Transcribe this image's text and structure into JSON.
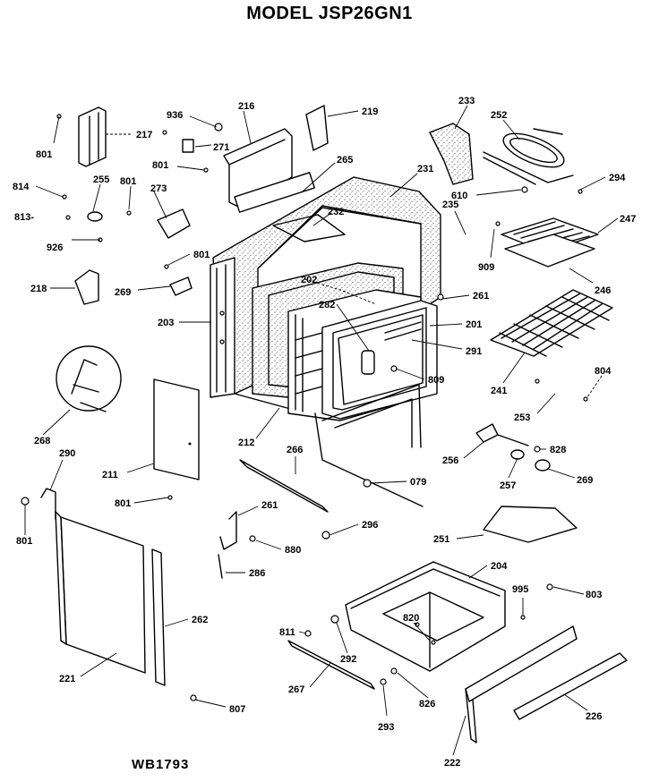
{
  "title": "MODEL JSP26GN1",
  "drawing_code": "WB1793",
  "callouts": [
    {
      "id": "217",
      "text": "217"
    },
    {
      "id": "801a",
      "text": "801"
    },
    {
      "id": "936",
      "text": "936"
    },
    {
      "id": "216",
      "text": "216"
    },
    {
      "id": "219",
      "text": "219"
    },
    {
      "id": "233",
      "text": "233"
    },
    {
      "id": "252",
      "text": "252"
    },
    {
      "id": "271",
      "text": "271"
    },
    {
      "id": "801b",
      "text": "801"
    },
    {
      "id": "265",
      "text": "265"
    },
    {
      "id": "231",
      "text": "231"
    },
    {
      "id": "294",
      "text": "294"
    },
    {
      "id": "814",
      "text": "814"
    },
    {
      "id": "255",
      "text": "255"
    },
    {
      "id": "801c",
      "text": "801"
    },
    {
      "id": "273",
      "text": "273"
    },
    {
      "id": "610",
      "text": "610"
    },
    {
      "id": "235",
      "text": "235"
    },
    {
      "id": "232",
      "text": "232"
    },
    {
      "id": "247",
      "text": "247"
    },
    {
      "id": "813",
      "text": "813-"
    },
    {
      "id": "926",
      "text": "926"
    },
    {
      "id": "801d",
      "text": "801"
    },
    {
      "id": "909",
      "text": "909"
    },
    {
      "id": "218",
      "text": "218"
    },
    {
      "id": "269a",
      "text": "269"
    },
    {
      "id": "202",
      "text": "202"
    },
    {
      "id": "261a",
      "text": "261"
    },
    {
      "id": "246",
      "text": "246"
    },
    {
      "id": "282",
      "text": "282"
    },
    {
      "id": "203",
      "text": "203"
    },
    {
      "id": "201",
      "text": "201"
    },
    {
      "id": "291",
      "text": "291"
    },
    {
      "id": "809",
      "text": "809"
    },
    {
      "id": "804",
      "text": "804"
    },
    {
      "id": "241",
      "text": "241"
    },
    {
      "id": "253",
      "text": "253"
    },
    {
      "id": "268",
      "text": "268"
    },
    {
      "id": "212",
      "text": "212"
    },
    {
      "id": "290",
      "text": "290"
    },
    {
      "id": "266",
      "text": "266"
    },
    {
      "id": "256",
      "text": "256"
    },
    {
      "id": "828",
      "text": "828"
    },
    {
      "id": "211",
      "text": "211"
    },
    {
      "id": "079",
      "text": "079"
    },
    {
      "id": "257",
      "text": "257"
    },
    {
      "id": "269b",
      "text": "269"
    },
    {
      "id": "801e",
      "text": "801"
    },
    {
      "id": "261b",
      "text": "261"
    },
    {
      "id": "801f",
      "text": "801"
    },
    {
      "id": "296",
      "text": "296"
    },
    {
      "id": "251",
      "text": "251"
    },
    {
      "id": "880",
      "text": "880"
    },
    {
      "id": "204",
      "text": "204"
    },
    {
      "id": "286",
      "text": "286"
    },
    {
      "id": "995",
      "text": "995"
    },
    {
      "id": "803",
      "text": "803"
    },
    {
      "id": "262",
      "text": "262"
    },
    {
      "id": "820",
      "text": "820"
    },
    {
      "id": "811",
      "text": "811"
    },
    {
      "id": "292",
      "text": "292"
    },
    {
      "id": "221",
      "text": "221"
    },
    {
      "id": "267",
      "text": "267"
    },
    {
      "id": "826",
      "text": "826"
    },
    {
      "id": "226",
      "text": "226"
    },
    {
      "id": "807",
      "text": "807"
    },
    {
      "id": "293",
      "text": "293"
    },
    {
      "id": "222",
      "text": "222"
    }
  ]
}
